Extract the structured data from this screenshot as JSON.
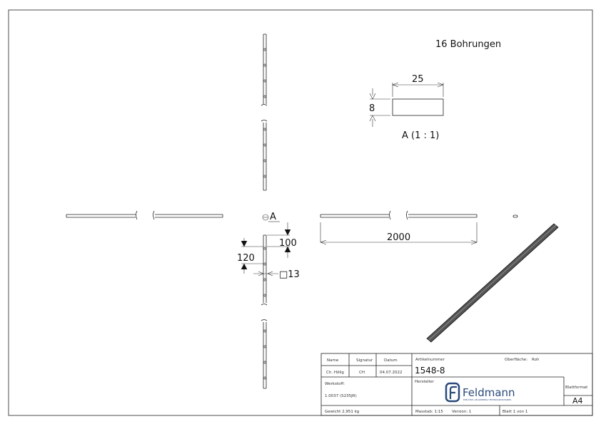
{
  "drawing": {
    "note_holes": "16 Bohrungen",
    "detail": {
      "width": "25",
      "height": "8",
      "label": "A (1 : 1)"
    },
    "section_marker": "A",
    "dims": {
      "spacing_first": "100",
      "spacing": "120",
      "square": "□13",
      "length": "2000"
    }
  },
  "title_block": {
    "headers": {
      "name": "Name",
      "signature": "Signatur",
      "date": "Datum"
    },
    "name": "Ch. Hölig",
    "signature": "CH",
    "date": "04.07.2022",
    "article_label": "Artikelnummer",
    "article_number": "1548-8",
    "surface_label": "Oberfläche:",
    "surface": "Roh",
    "material_label": "Werkstoff:",
    "material": "1.0037 (S235JR)",
    "manufacturer_label": "Hersteller",
    "brand": "Feldmann",
    "brand_tagline": "EDELSTAHL GELÄNDERBAU TECHNIKGROSSHANDEL",
    "format_label": "Blattformat",
    "format": "A4",
    "weight": "Gewicht 2,951 kg",
    "scale": "Masstab: 1:15",
    "version": "Version: 1",
    "sheet": "Blatt 1 von 1",
    "brand_color": "#2a4a7a"
  }
}
